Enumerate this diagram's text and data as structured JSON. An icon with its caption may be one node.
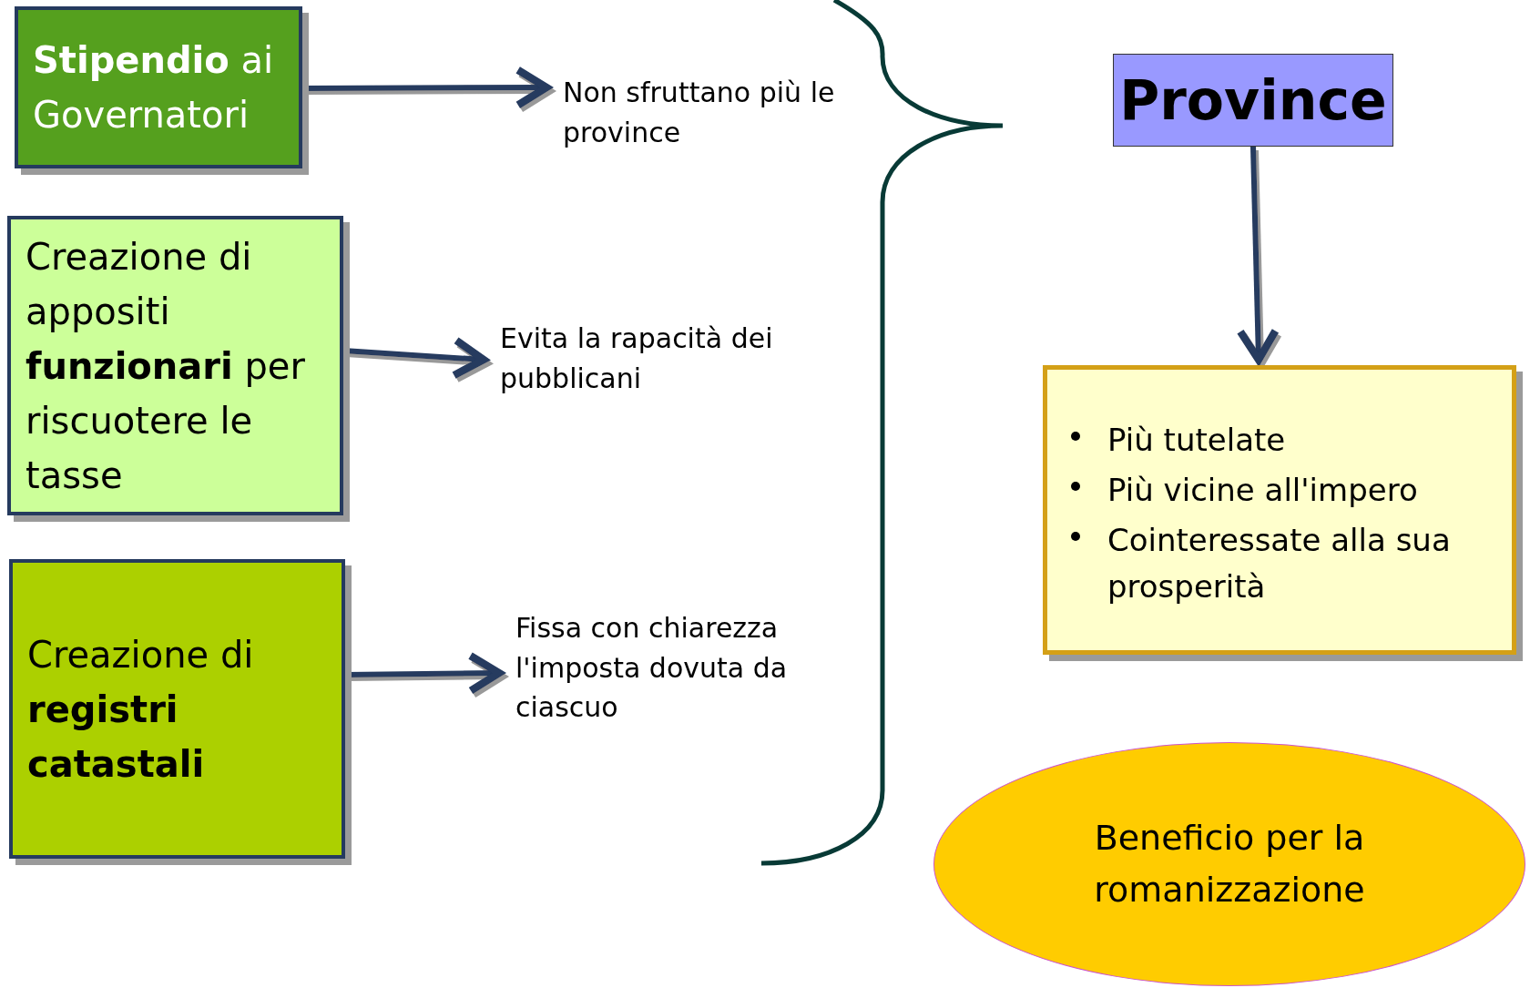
{
  "diagram": {
    "nodes": [
      {
        "text": [
          "**Stipendio** ai Governatori"
        ]
      },
      {
        "text": [
          "Non sfruttano più le province"
        ]
      },
      {
        "text": [
          "Creazione di appositi **funzionari** per riscuotere le tasse"
        ]
      },
      {
        "text": [
          "Evita la rapacità dei pubblicani"
        ]
      },
      {
        "text": [
          "Creazione di **registri catastali**"
        ]
      },
      {
        "text": [
          "Fissa con chiarezza l'imposta dovuta da ciascuo"
        ]
      },
      {
        "text": [
          "Province"
        ]
      },
      {
        "text": [
          "Più tutelate",
          "Più vicine all'impero",
          "Cointeressate alla sua prosperità"
        ]
      },
      {
        "text": [
          "Beneficio per la romanizzazione"
        ]
      }
    ],
    "edges": [
      {
        "from": 0,
        "to": 1,
        "arrow": "to"
      },
      {
        "from": 2,
        "to": 3,
        "arrow": "to"
      },
      {
        "from": 4,
        "to": 5,
        "arrow": "to"
      },
      {
        "from": 6,
        "to": 7,
        "arrow": "to"
      }
    ]
  }
}
